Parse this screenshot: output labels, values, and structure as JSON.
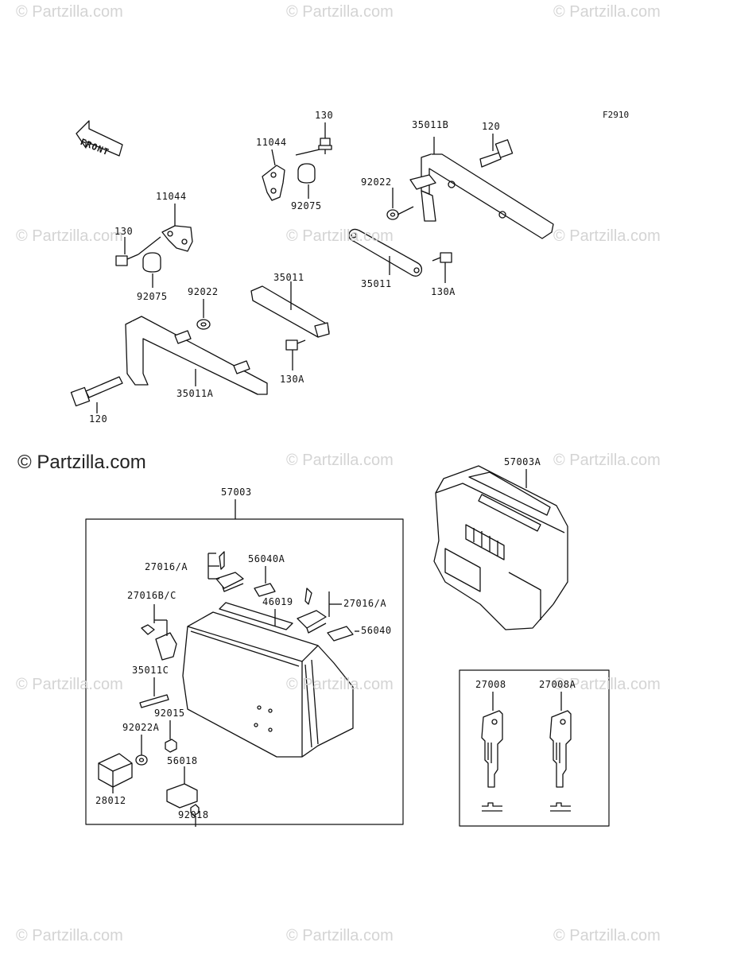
{
  "diagram_id": "F2910",
  "front_label": "FRONT",
  "watermark": "© Partzilla.com",
  "watermark_main": "© Partzilla.com",
  "labels": {
    "p130_top": "130",
    "p11044_top": "11044",
    "p92075_top": "92075",
    "p35011B": "35011B",
    "p120_top": "120",
    "p92022_top": "92022",
    "p11044_left": "11044",
    "p130_left": "130",
    "p92075_left": "92075",
    "p92022_mid": "92022",
    "p35011_mid": "35011",
    "p35011_right": "35011",
    "p130A_right": "130A",
    "p130A_mid": "130A",
    "p35011A": "35011A",
    "p120_bottom": "120",
    "p57003": "57003",
    "p57003A": "57003A",
    "p27016A_left": "27016/A",
    "p56040A": "56040A",
    "p27016BC": "27016B/C",
    "p46019": "46019",
    "p27016A_right": "27016/A",
    "p56040": "56040",
    "p35011C": "35011C",
    "p92015": "92015",
    "p92022A": "92022A",
    "p56018": "56018",
    "p28012": "28012",
    "p92018": "92018",
    "p27008": "27008",
    "p27008A": "27008A"
  }
}
